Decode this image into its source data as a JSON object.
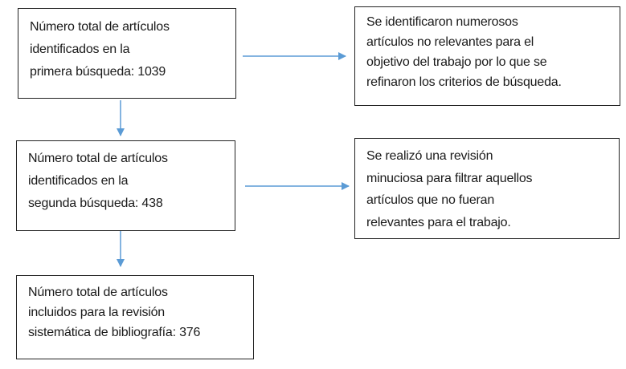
{
  "boxes": {
    "first_search": {
      "lines": [
        "Número total de artículos",
        "identificados en la",
        "primera búsqueda: 1039"
      ]
    },
    "first_note": {
      "lines": [
        "Se identificaron numerosos",
        "artículos no relevantes para el",
        "objetivo del trabajo por lo que se",
        "refinaron los criterios de búsqueda."
      ]
    },
    "second_search": {
      "lines": [
        "Número total de artículos",
        "identificados en la",
        "segunda búsqueda: 438"
      ]
    },
    "second_note": {
      "lines": [
        "Se realizó una revisión",
        "minuciosa para filtrar aquellos",
        "artículos que no fueran",
        "relevantes para el trabajo."
      ]
    },
    "final": {
      "lines": [
        "Número total de artículos",
        "incluidos para la revisión",
        "sistemática de bibliografía: 376"
      ]
    }
  },
  "colors": {
    "arrow": "#5b9bd5",
    "border": "#222222"
  }
}
